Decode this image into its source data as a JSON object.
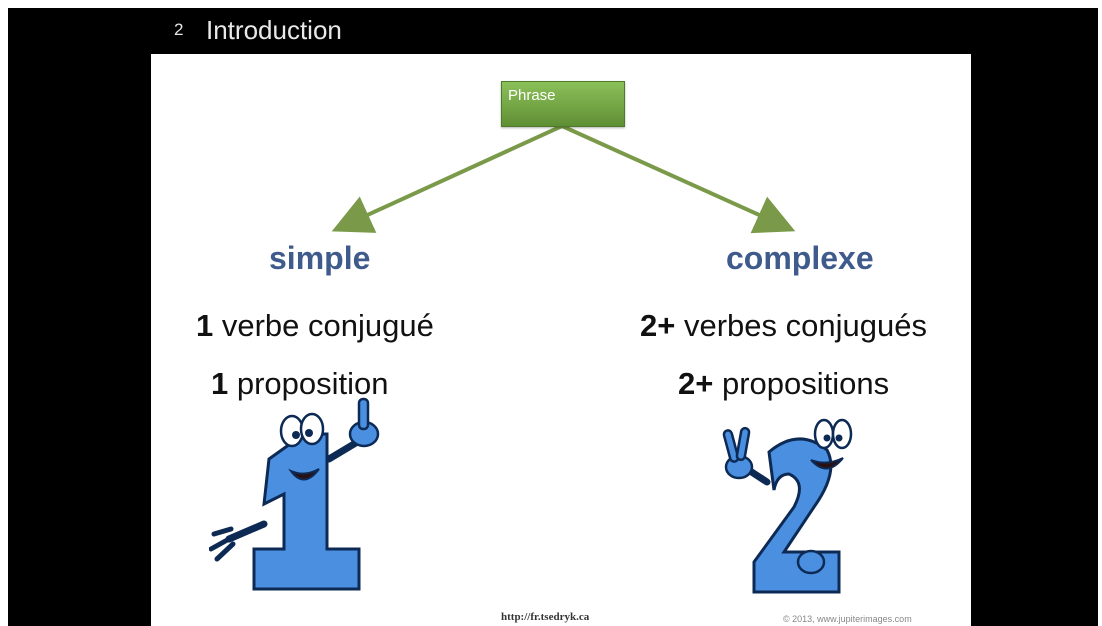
{
  "title_bar": {
    "number": "2",
    "title": "Introduction"
  },
  "diagram": {
    "root": "Phrase",
    "left": {
      "heading": "simple",
      "line1_bold": "1",
      "line1_rest": " verbe conjugué",
      "line2_bold": "1",
      "line2_rest": " proposition"
    },
    "right": {
      "heading": "complexe",
      "line1_bold": "2+",
      "line1_rest": " verbes conjugués",
      "line2_bold": "2+",
      "line2_rest": " propositions"
    }
  },
  "footer": {
    "url": "http://fr.tsedryk.ca",
    "copyright": "© 2013, www.jupiterimages.com"
  },
  "colors": {
    "heading": "#3f5b8c",
    "box_green": "#6fa33d",
    "arrow_green": "#7a9a4a",
    "character_blue": "#4a8fe0"
  },
  "icons": [
    "number-one-character-icon",
    "number-two-character-icon"
  ]
}
